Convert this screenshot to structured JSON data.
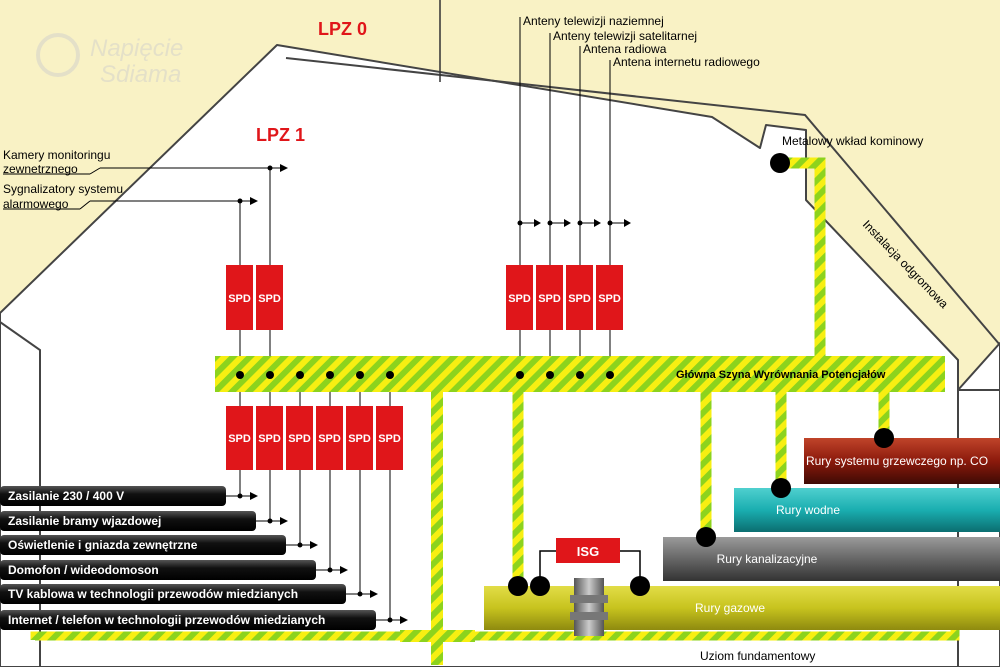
{
  "watermark": {
    "line1": "Napięcie",
    "line2": "Sdiama"
  },
  "zones": {
    "lpz0": "LPZ 0",
    "lpz1": "LPZ 1"
  },
  "antennas": [
    "Anteny telewizji naziemnej",
    "Anteny telewizji satelitarnej",
    "Antena radiowa",
    "Antena internetu radiowego"
  ],
  "chimney_label": "Metalowy wkład kominowy",
  "lightning_label": "Instalacja odgromowa",
  "outdoor_devices": {
    "camera": {
      "line1": "Kamery monitoringu",
      "line2": "zewnetrznego"
    },
    "alarm": {
      "line1": "Sygnalizatory systemu",
      "line2": "alarmowego"
    }
  },
  "spd_label": "SPD",
  "busbar_label": "Główna Szyna Wyrównania Potencjałów",
  "isg_label": "ISG",
  "cables": [
    "Zasilanie 230 / 400 V",
    "Zasilanie bramy wjazdowej",
    "Oświetlenie i gniazda zewnętrzne",
    "Domofon / wideodomoson",
    "TV kablowa w technologii przewodów miedzianych",
    "Internet / telefon w technologii przewodów miedzianych"
  ],
  "pipes": {
    "heating": "Rury systemu grzewczego np. CO",
    "water": "Rury wodne",
    "sewage": "Rury kanalizacyjne",
    "gas": "Rury gazowe"
  },
  "foundation_label": "Uziom fundamentowy",
  "colors": {
    "background": "#f9f2c5",
    "house": "#ffffff",
    "spd": "#e0161a",
    "stripe_green": "#8dd31d",
    "stripe_yellow": "#f7ef12",
    "heating_pipe": "#8c1a0c",
    "water_pipe": "#1aaeb0",
    "sewage_pipe": "#666666",
    "gas_pipe": "#c7c31e"
  }
}
